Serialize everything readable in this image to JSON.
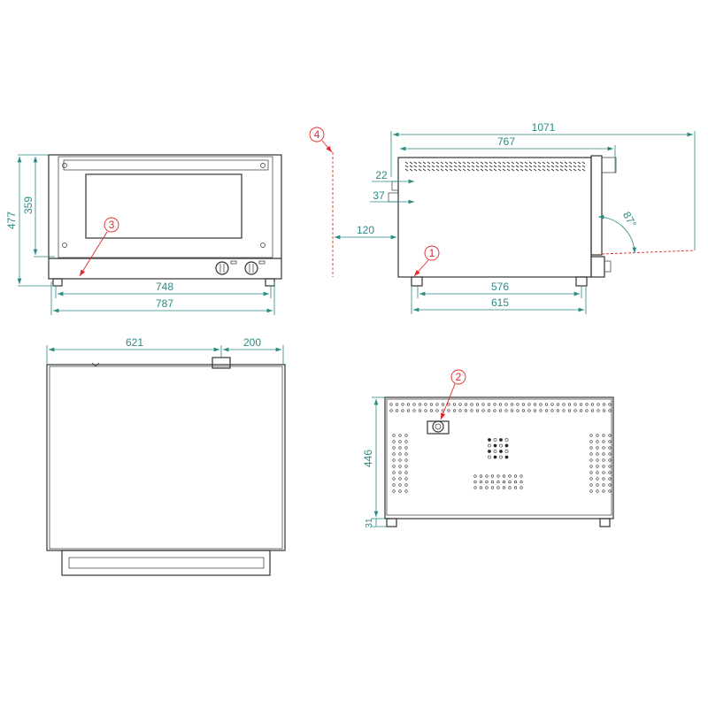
{
  "colors": {
    "dimension": "#2b8a84",
    "callout": "#e02828",
    "outline": "#333333"
  },
  "front_view": {
    "height_total": "477",
    "height_door": "359",
    "width_feet": "748",
    "width_total": "787",
    "callout": "3"
  },
  "side_view": {
    "depth_door_open": "1071",
    "depth_total": "767",
    "offset_top": "22",
    "offset_pipe": "37",
    "clearance": "120",
    "door_angle": "87°",
    "depth_feet": "576",
    "depth_base": "615",
    "callout_1": "1",
    "callout_4": "4"
  },
  "top_view": {
    "width_body": "621",
    "width_back": "200"
  },
  "back_view": {
    "height_body": "446",
    "height_feet": "31",
    "callout": "2"
  }
}
